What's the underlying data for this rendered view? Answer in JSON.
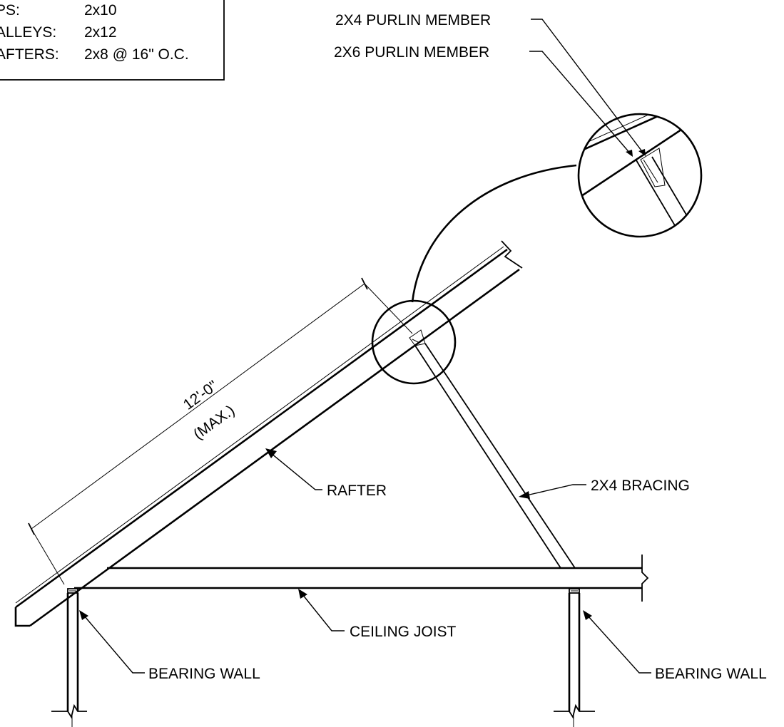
{
  "schedule": {
    "rows": [
      {
        "label": "PS:",
        "value": "2x10"
      },
      {
        "label": "ALLEYS:",
        "value": "2x12"
      },
      {
        "label": "AFTERS:",
        "value": "2x8 @ 16\" O.C."
      }
    ]
  },
  "callouts": {
    "purlin_2x4": "2X4 PURLIN MEMBER",
    "purlin_2x6": "2X6 PURLIN MEMBER",
    "rafter": "RAFTER",
    "bracing": "2X4 BRACING",
    "ceiling_joist": "CEILING JOIST",
    "bearing_wall_left": "BEARING WALL",
    "bearing_wall_right": "BEARING WALL"
  },
  "dimension": {
    "length": "12'-0\"",
    "note": "(MAX.)"
  }
}
